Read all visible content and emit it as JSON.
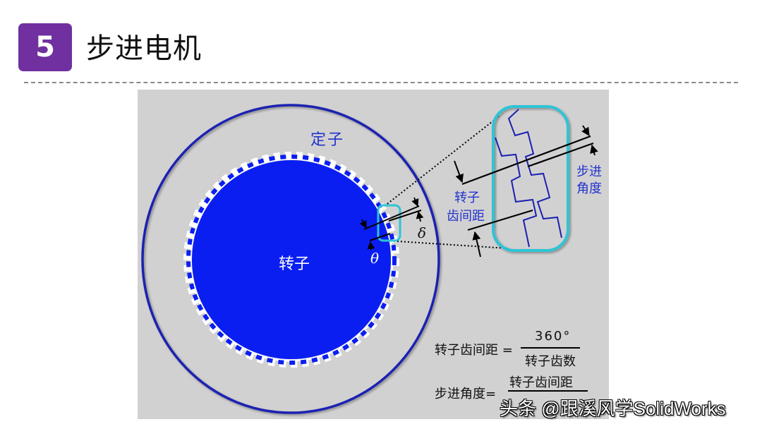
{
  "header": {
    "section_number": "5",
    "title": "步进电机",
    "badge_color": "#7030a0"
  },
  "diagram": {
    "background_color": "#d2d1d2",
    "stator_label": "定子",
    "rotor_label": "转子",
    "rotor_color": "#0a1ef2",
    "stator_ring_color": "#1a22b0",
    "highlight_box_color": "#2ec4d6",
    "delta_symbol": "δ",
    "theta_symbol": "θ",
    "zoom_labels": {
      "rotor_tooth_pitch_line1": "转子",
      "rotor_tooth_pitch_line2": "齿间距",
      "step_angle_line1": "步进",
      "step_angle_line2": "角度"
    }
  },
  "formulas": [
    {
      "lhs": "转子齿间距 =",
      "numerator": "360°",
      "denominator": "转子齿数"
    },
    {
      "lhs": "步进角度=",
      "numerator": "转子齿间距",
      "denominator": ""
    }
  ],
  "watermark": "头条 @跟溪风学SolidWorks"
}
